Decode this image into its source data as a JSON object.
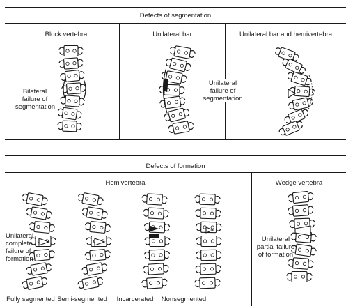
{
  "segmentation": {
    "header": "Defects of segmentation",
    "block_vertebra": "Block vertebra",
    "bilateral_failure": "Bilateral\nfailure of\nsegmentation",
    "unilateral_bar": "Unilateral bar",
    "unilateral_failure": "Unilateral\nfailure of\nsegmentation",
    "bar_and_hemivertebra": "Unilateral bar and hemivertebra"
  },
  "formation": {
    "header": "Defects of formation",
    "hemivertebra": "Hemivertebra",
    "unilateral_complete": "Unilateral\ncomplete\nfailure of\nformation",
    "fully_segmented": "Fully segmented",
    "semi_segmented": "Semi-segmented",
    "incarcerated": "Incarcerated",
    "nonsegmented": "Nonsegmented",
    "wedge_vertebra": "Wedge vertebra",
    "unilateral_partial": "Unilateral\npartial failure\nof formation"
  }
}
